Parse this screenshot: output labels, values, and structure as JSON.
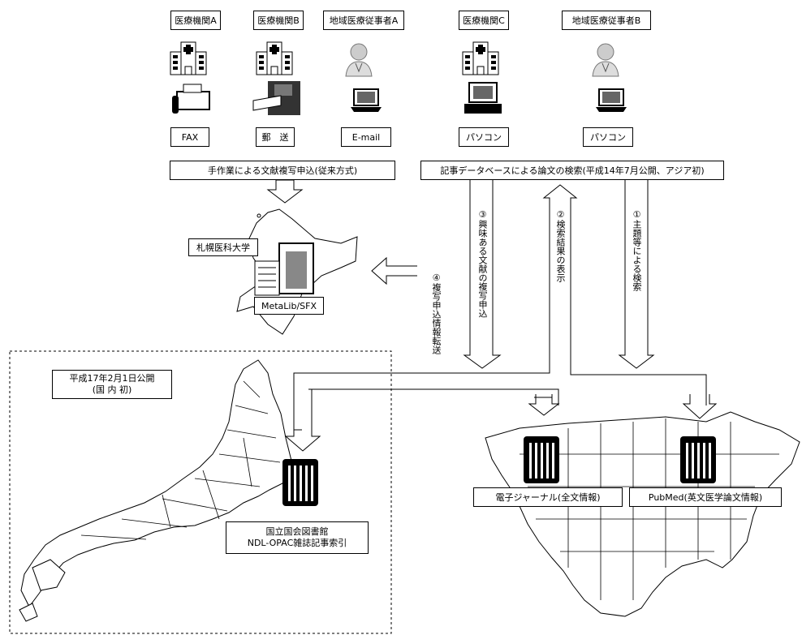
{
  "top_sources": [
    {
      "name": "医療機関A",
      "icon": "hospital-icon",
      "device": "FAX",
      "device_icon": "fax-icon"
    },
    {
      "name": "医療機関B",
      "icon": "hospital-icon",
      "device": "郵　送",
      "device_icon": "mailbox-icon"
    },
    {
      "name": "地域医療従事者A",
      "icon": "doctor-icon",
      "device": "E-mail",
      "device_icon": "laptop-icon"
    },
    {
      "name": "医療機関C",
      "icon": "hospital-icon",
      "device": "パソコン",
      "device_icon": "desktop-computer-icon"
    },
    {
      "name": "地域医療従事者B",
      "icon": "doctor-icon",
      "device": "パソコン",
      "device_icon": "laptop-icon"
    }
  ],
  "manual_request": "手作業による文献複写申込(従来方式)",
  "db_search": "記事データベースによる論文の検索(平成14年7月公開、アジア初)",
  "steps": {
    "s1": "①主題等による検索",
    "s2": "②検索結果の表示",
    "s3": "③興味ある文献の複写申込",
    "s4": "④複写申込情報転送"
  },
  "sapporo": {
    "label": "札幌医科大学",
    "system": "MetaLib/SFX"
  },
  "release_note": {
    "line1": "平成17年2月1日公開",
    "line2": "(国 内 初)"
  },
  "ndl": {
    "line1": "国立国会図書館",
    "line2": "NDL-OPAC雑誌記事索引"
  },
  "ejournal": "電子ジャーナル(全文情報)",
  "pubmed": "PubMed(英文医学論文情報)"
}
